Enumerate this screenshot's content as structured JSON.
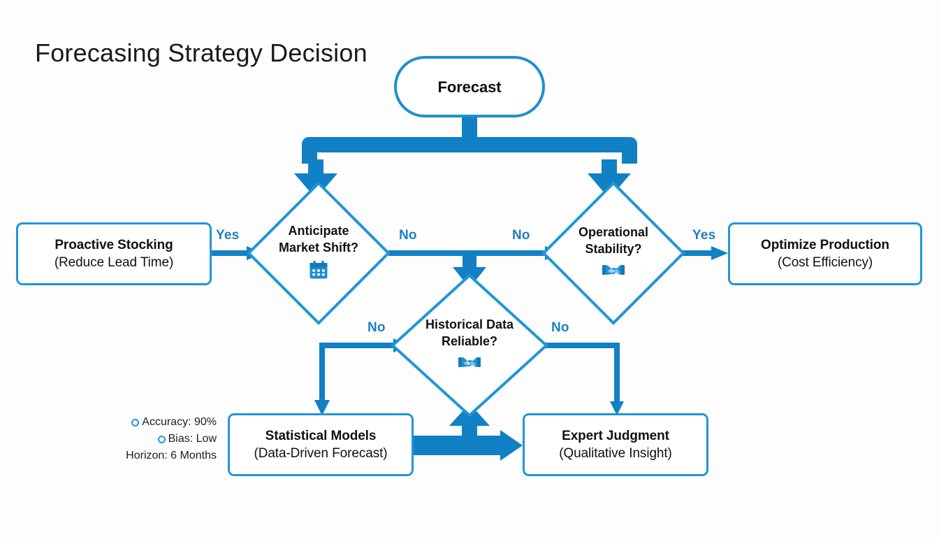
{
  "page": {
    "title": "Forecasing Strategy Decision",
    "background": "#fdfdfd"
  },
  "colors": {
    "connector_blue": "#1180c4",
    "node_border_blue": "#2196d8",
    "start_border_blue": "#1f8fd0",
    "label_blue": "#1e7fc0",
    "text_black": "#111111"
  },
  "nodes": {
    "start": {
      "label": "Forecast",
      "shape": "stadium"
    },
    "proactive_stocking": {
      "title": "Proactive Stocking",
      "subtitle": "(Reduce Lead Time)",
      "shape": "rectangle"
    },
    "anticipate_market_shift": {
      "label_line1": "Anticipate",
      "label_line2": "Market Shift?",
      "icon": "calendar-icon",
      "shape": "diamond"
    },
    "operational_stability": {
      "label_line1": "Operational",
      "label_line2": "Stability?",
      "icon": "handshake-icon",
      "shape": "diamond"
    },
    "optimize_production": {
      "title": "Optimize Production",
      "subtitle": "(Cost Efficiency)",
      "shape": "rectangle"
    },
    "historical_data_reliable": {
      "label_line1": "Historical Data",
      "label_line2": "Reliable?",
      "icon": "handshake-icon",
      "shape": "diamond"
    },
    "statistical_models": {
      "title": "Statistical Models",
      "subtitle": "(Data-Driven Forecast)",
      "shape": "rectangle"
    },
    "expert_judgment": {
      "title": "Expert Judgment",
      "subtitle": "(Qualitative Insight)",
      "shape": "rectangle"
    }
  },
  "edge_labels": {
    "yes_left": "Yes",
    "no_market_shift": "No",
    "no_to_stability": "No",
    "yes_right": "Yes",
    "no_historical_left": "No",
    "no_historical_right": "No"
  },
  "legend": {
    "rows": [
      {
        "bullet": true,
        "text": "Accuracy: 90%"
      },
      {
        "bullet": true,
        "text": "Bias: Low"
      },
      {
        "bullet": false,
        "text": "Horizon: 6 Months"
      }
    ]
  }
}
